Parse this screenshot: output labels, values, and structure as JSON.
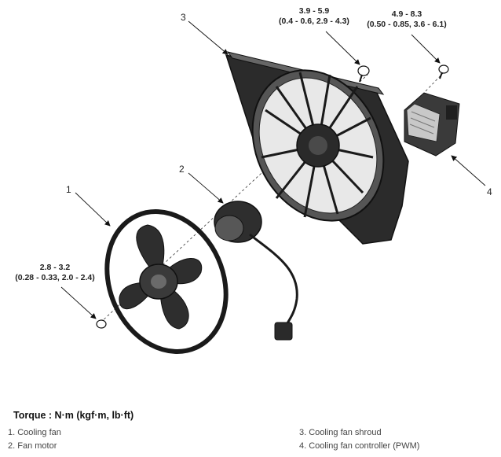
{
  "callouts": [
    "1",
    "2",
    "3",
    "4"
  ],
  "torques": {
    "shroud_bolt": {
      "line1": "3.9 - 5.9",
      "line2": "(0.4 - 0.6, 2.9 - 4.3)"
    },
    "controller_bolt": {
      "line1": "4.9 - 8.3",
      "line2": "(0.50 - 0.85, 3.6 - 6.1)"
    },
    "fan_nut": {
      "line1": "2.8 - 3.2",
      "line2": "(0.28 - 0.33, 2.0 - 2.4)"
    }
  },
  "legend": {
    "title": "Torque : N·m (kgf·m, lb·ft)",
    "items": [
      "1. Cooling fan",
      "2. Fan motor",
      "3. Cooling fan shroud",
      "4. Cooling fan controller (PWM)"
    ]
  }
}
